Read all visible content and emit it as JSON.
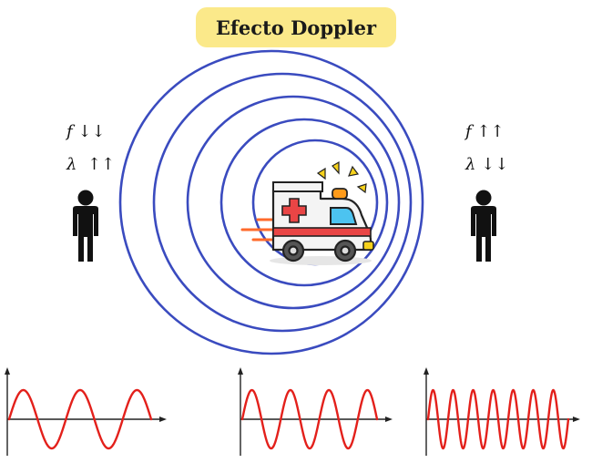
{
  "title": "Efecto Doppler",
  "observers": {
    "left": {
      "frequency_symbol": "f",
      "frequency_arrows": "↓↓",
      "wavelength_symbol": "λ",
      "wavelength_arrows": "↑↑"
    },
    "right": {
      "frequency_symbol": "f",
      "frequency_arrows": "↑↑",
      "wavelength_symbol": "λ",
      "wavelength_arrows": "↓↓"
    }
  },
  "colors": {
    "wavefront": "#3a4bbf",
    "waveform": "#e3201b",
    "title_background": "#fbe98a",
    "person": "#111111"
  },
  "icons": {
    "source": "ambulance-icon",
    "observer": "person-icon"
  },
  "waveforms": [
    {
      "name": "left-waveform",
      "cycles": 2.5
    },
    {
      "name": "center-waveform",
      "cycles": 3.5
    },
    {
      "name": "right-waveform",
      "cycles": 7
    }
  ]
}
